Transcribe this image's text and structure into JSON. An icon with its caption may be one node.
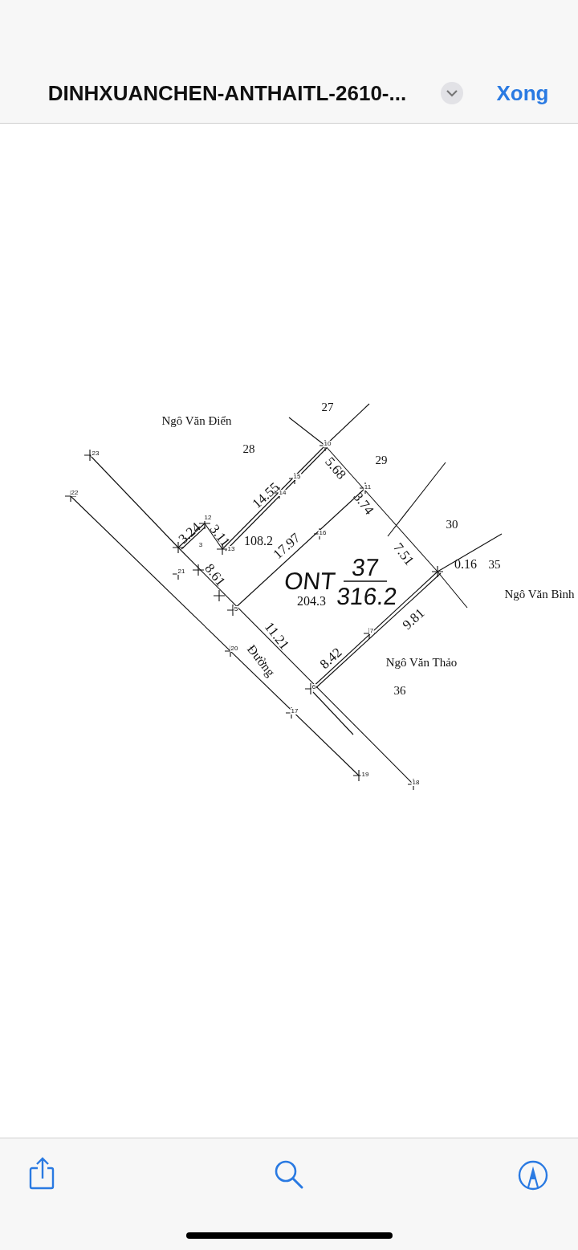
{
  "diagram": {
    "labels": [
      "DINHXUANCHEN-ANTHAITL-2610-...",
      "Xong",
      "27",
      "Ngô Văn Điển",
      "28",
      "23",
      "29",
      "10",
      "14.55",
      "15",
      "5.68",
      "14",
      "22",
      "11",
      "3.24",
      "12",
      "3.11",
      "30",
      "3.74",
      "108.2",
      "17.97",
      "16",
      "13",
      "7.51",
      "0.16",
      "35",
      "ONT",
      "37",
      "316.2",
      "3",
      "8.61",
      "Ngô Văn Bình",
      "204.3",
      "21",
      "5",
      "11.21",
      "9.81",
      "7",
      "20",
      "Đường",
      "Ngô Văn Thảo",
      "8.42",
      "36",
      "6",
      "17",
      "19",
      "18"
    ]
  }
}
